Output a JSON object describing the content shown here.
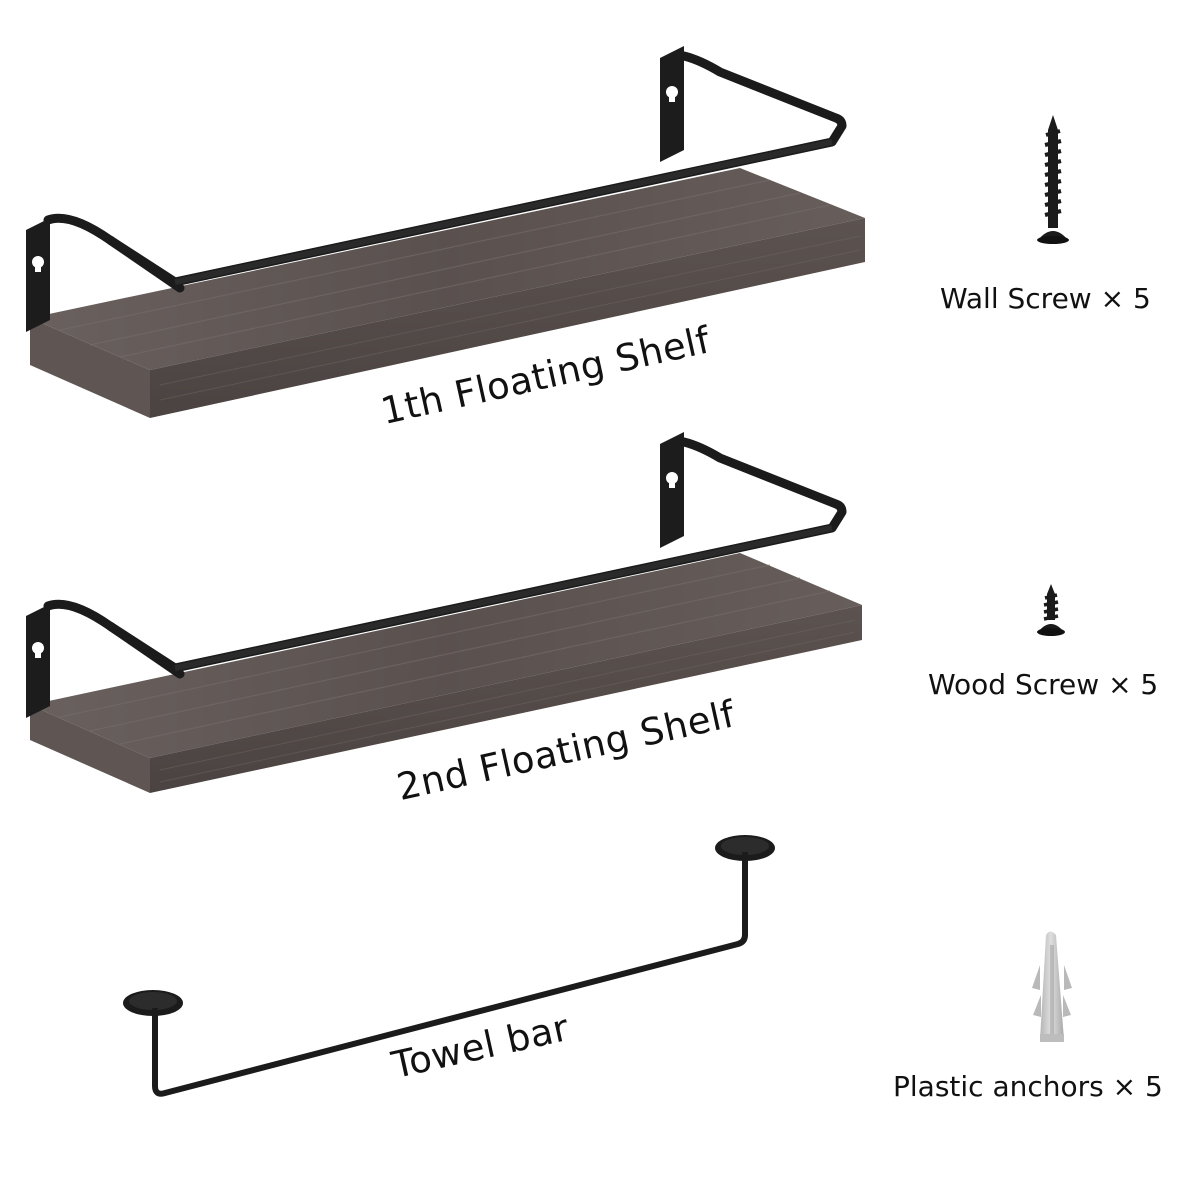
{
  "items": [
    {
      "label": "1th Floating Shelf"
    },
    {
      "label": "2nd Floating Shelf"
    },
    {
      "label": "Towel bar"
    }
  ],
  "hardware": [
    {
      "label": "Wall Screw × 5",
      "icon": "wall-screw-icon"
    },
    {
      "label": "Wood Screw × 5",
      "icon": "wood-screw-icon"
    },
    {
      "label": "Plastic anchors × 5",
      "icon": "plastic-anchor-icon"
    }
  ],
  "colors": {
    "wood": "#5d5452",
    "wood_dark": "#4a4240",
    "metal": "#1b1b1b",
    "anchor": "#c9c9c9"
  }
}
